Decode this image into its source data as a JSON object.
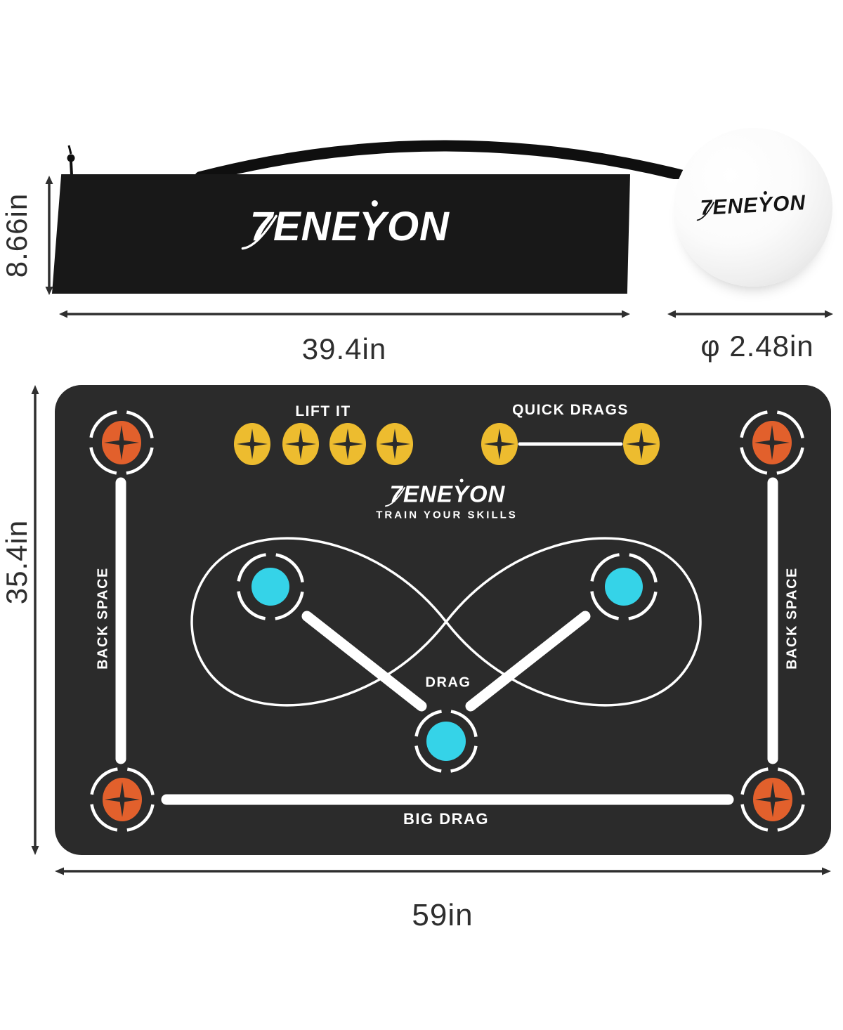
{
  "brand": {
    "part1": "7ENE",
    "part2": "YON"
  },
  "carry_bag": {
    "height_label": "8.66in",
    "width_label": "39.4in"
  },
  "ball": {
    "diameter_label": "φ 2.48in"
  },
  "mat": {
    "height_label": "35.4in",
    "width_label": "59in",
    "tagline": "TRAIN YOUR SKILLS",
    "labels": {
      "lift_it": "LIFT IT",
      "quick_drags": "QUICK DRAGS",
      "drag": "DRAG",
      "big_drag": "BIG DRAG",
      "back_space_left": "BACK SPACE",
      "back_space_right": "BACK SPACE"
    }
  },
  "colors": {
    "mat_background": "#2b2b2b",
    "marking_white": "#ffffff",
    "target_yellow": "#edbc2f",
    "target_orange": "#e2602c",
    "target_cyan": "#35d3e8",
    "dimension_annotation": "#2f2f2f"
  }
}
